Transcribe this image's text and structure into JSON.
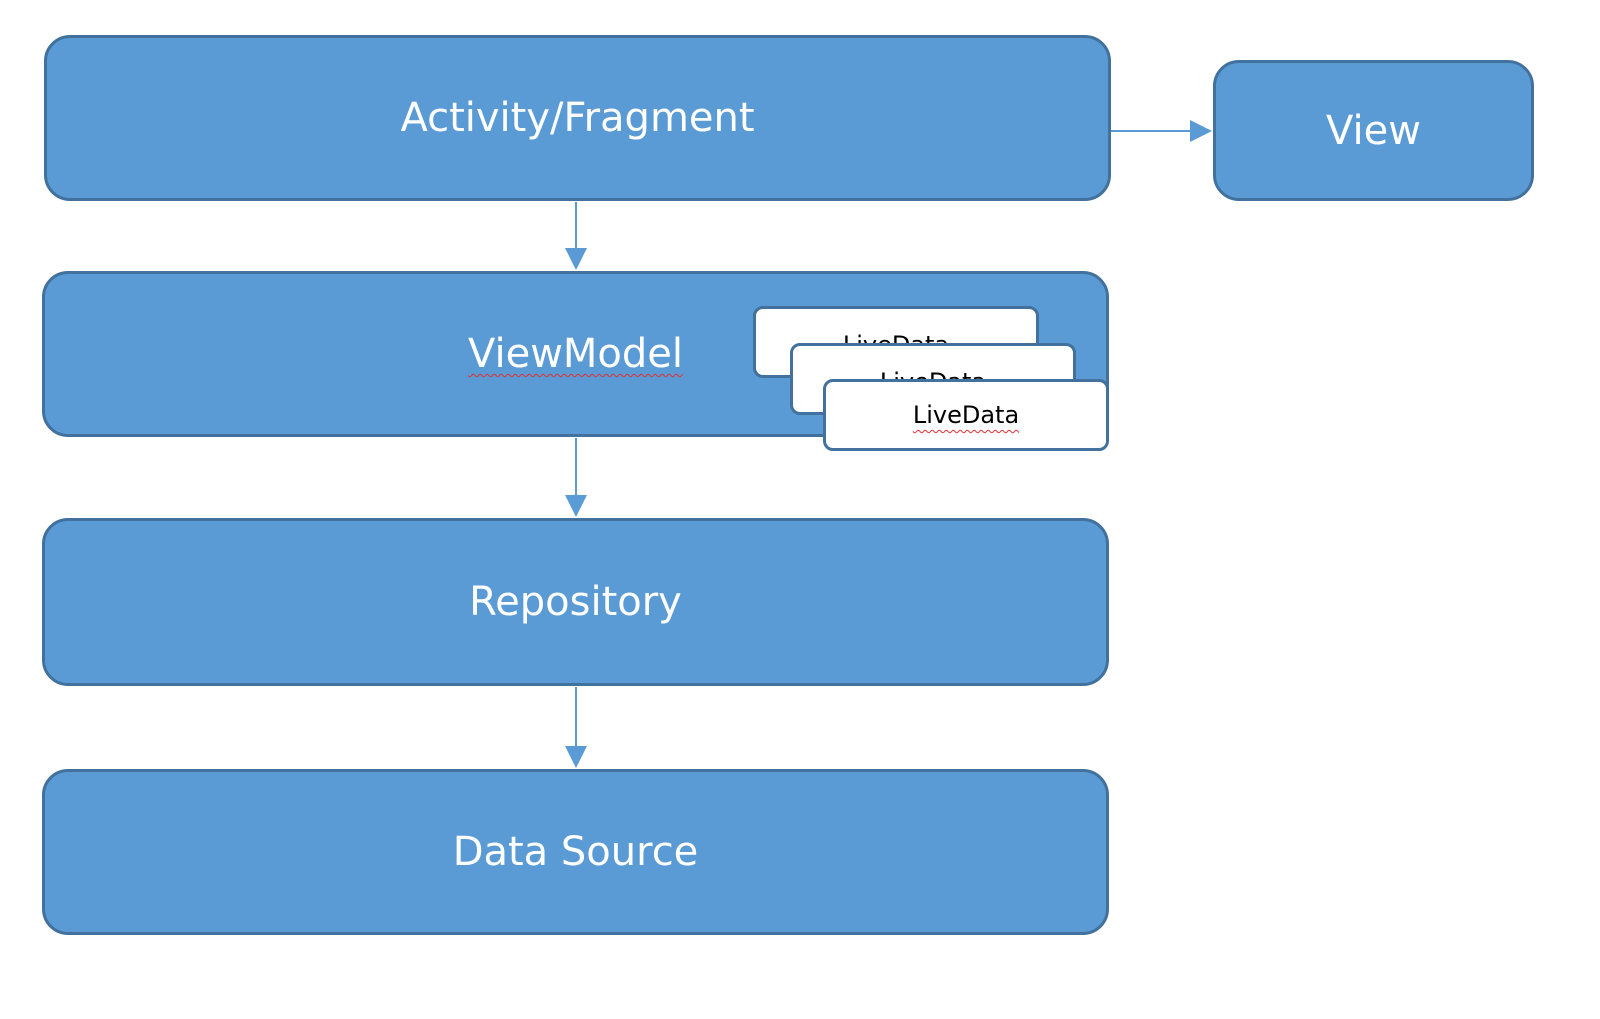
{
  "diagram": {
    "nodes": {
      "activity_fragment": "Activity/Fragment",
      "view": "View",
      "view_model": "ViewModel",
      "live_data": [
        "LiveData",
        "LiveData",
        "LiveData"
      ],
      "repository": "Repository",
      "data_source": "Data Source"
    },
    "edges": [
      {
        "from": "activity_fragment",
        "to": "view"
      },
      {
        "from": "activity_fragment",
        "to": "view_model"
      },
      {
        "from": "view_model",
        "to": "repository"
      },
      {
        "from": "repository",
        "to": "data_source"
      }
    ],
    "colors": {
      "box_fill": "#5b9bd5",
      "box_border": "#41719c",
      "label_text": "#ffffff",
      "livedata_fill": "#ffffff",
      "arrow": "#5b9bd5",
      "spellcheck_underline": "#e03030"
    }
  }
}
